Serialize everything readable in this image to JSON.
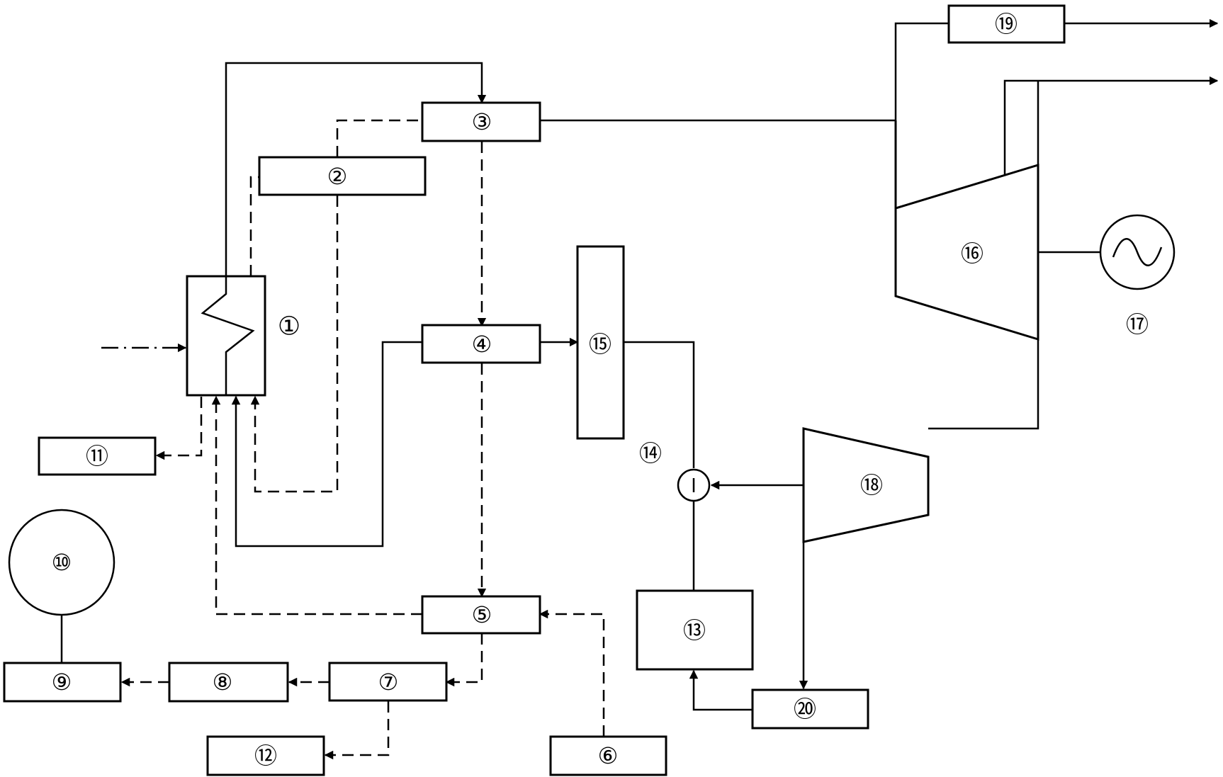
{
  "diagram": {
    "components": {
      "c1": "①",
      "c2": "②",
      "c3": "③",
      "c4": "④",
      "c5": "⑤",
      "c6": "⑥",
      "c7": "⑦",
      "c8": "⑧",
      "c9": "⑨",
      "c10": "⑩",
      "c11": "⑪",
      "c12": "⑫",
      "c13": "⑬",
      "c14": "⑭",
      "c15": "⑮",
      "c16": "⑯",
      "c17": "⑰",
      "c18": "⑱",
      "c19": "⑲",
      "c20": "⑳"
    },
    "line_styles": {
      "solid": "#000000",
      "dashed": "#000000",
      "dash-dot": "#000000"
    },
    "icons": {
      "generator": "sine-wave-icon",
      "heat_exchanger": "zigzag-coil-icon"
    }
  }
}
